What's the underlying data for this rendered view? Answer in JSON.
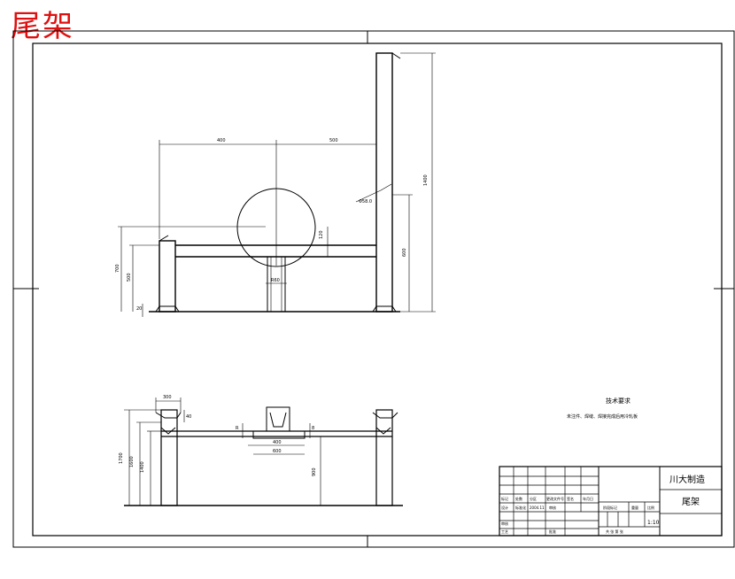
{
  "overlay_title": "尾架",
  "notes": {
    "heading": "技术要求",
    "line1": "未注件、焊缝、焊接完成后用冷轧板"
  },
  "dims_front": {
    "width_left": "400",
    "width_right": "500",
    "total_height": "1400",
    "height_right_small": "600",
    "diameter_ball": "Φ58.0",
    "h_left_outer": "700",
    "h_left_inner": "500",
    "h_right_mid": "120",
    "base_small": "20",
    "center_label": "R60"
  },
  "dims_side": {
    "top_width": "300",
    "small_h": "40",
    "h_outer": "1700",
    "h_inner": "1600",
    "h_mid": "1400",
    "h_right": "900",
    "center_a": "400",
    "center_b": "600",
    "mark_a": "R",
    "mark_b": "8"
  },
  "title_block": {
    "company": "川大制造",
    "part_name": "尾架",
    "scale": "1:10",
    "row_labels": [
      "标记",
      "处数",
      "分区",
      "更改文件号",
      "签名",
      "年月日"
    ],
    "row_values": [
      "设计",
      "标准化",
      "2004.11",
      "审核"
    ],
    "bottom_labels": [
      "审核",
      "工艺",
      "批准"
    ],
    "stage_label": "阶段标记",
    "weight_label": "重量",
    "ratio_label": "比例",
    "sheet_label": "共 张 第 张"
  }
}
